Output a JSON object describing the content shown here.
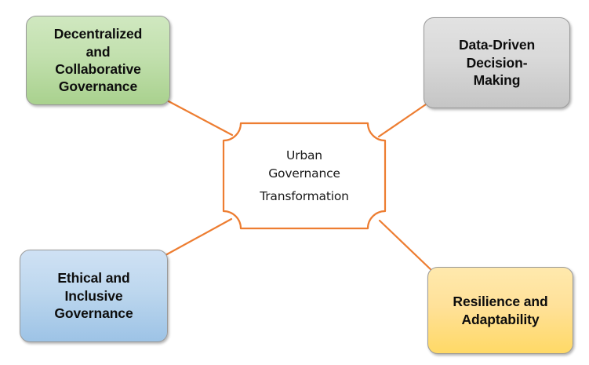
{
  "diagram": {
    "title": "Urban Governance Transformation",
    "type": "hub-and-spoke",
    "background_color": "#ffffff",
    "connector_color": "#ED7D31",
    "center": {
      "name": "center-hub",
      "lines": [
        "Urban",
        "Governance",
        "Transformation"
      ],
      "line1": "Urban",
      "line2": "Governance",
      "line3": "Transformation",
      "fill_color": "#ffffff",
      "border_color": "#ED7D31",
      "shape": "alternate-process"
    },
    "nodes": [
      {
        "id": "decentralized",
        "label": "Decentralized\nand\nCollaborative\nGovernance",
        "position": "top-left",
        "fill_color": "#C5E0B4",
        "border_color": "#9A9A9A",
        "text_color": "#0D0D0D"
      },
      {
        "id": "data-driven",
        "label": "Data-Driven\nDecision-\nMaking",
        "position": "top-right",
        "fill_color": "#D9D9D9",
        "border_color": "#9A9A9A",
        "text_color": "#0D0D0D"
      },
      {
        "id": "ethical",
        "label": "Ethical and\nInclusive\nGovernance",
        "position": "bottom-left",
        "fill_color": "#BDD7EE",
        "border_color": "#9A9A9A",
        "text_color": "#0D0D0D"
      },
      {
        "id": "resilience",
        "label": "Resilience and\nAdaptability",
        "position": "bottom-right",
        "fill_color": "#FFD966",
        "border_color": "#9A9A9A",
        "text_color": "#0D0D0D"
      }
    ],
    "connectors": [
      {
        "id": "connector-decentralized",
        "from": "decentralized",
        "to": "center-hub"
      },
      {
        "id": "connector-data-driven",
        "from": "data-driven",
        "to": "center-hub"
      },
      {
        "id": "connector-ethical",
        "from": "ethical",
        "to": "center-hub"
      },
      {
        "id": "connector-resilience",
        "from": "resilience",
        "to": "center-hub"
      }
    ]
  }
}
